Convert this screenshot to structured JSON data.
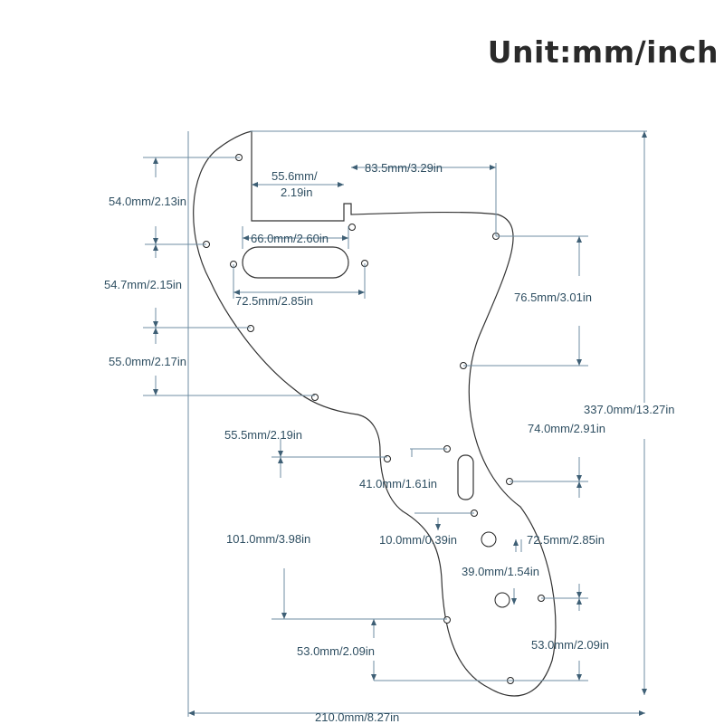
{
  "title": "Unit:mm/inch",
  "dimensions": {
    "d54_0": "54.0mm/2.13in",
    "d54_7": "54.7mm/2.15in",
    "d55_0": "55.0mm/2.17in",
    "d55_5": "55.5mm/2.19in",
    "d101": "101.0mm/3.98in",
    "d55_6_top": "55.6mm/",
    "d55_6_bot": "2.19in",
    "d83_5": "83.5mm/3.29in",
    "d66": "66.0mm/2.60in",
    "d72_5a": "72.5mm/2.85in",
    "d76_5": "76.5mm/3.01in",
    "d337": "337.0mm/13.27in",
    "d74": "74.0mm/2.91in",
    "d41": "41.0mm/1.61in",
    "d10": "10.0mm/0.39in",
    "d72_5b": "72.5mm/2.85in",
    "d39": "39.0mm/1.54in",
    "d53a": "53.0mm/2.09in",
    "d53b": "53.0mm/2.09in",
    "d210": "210.0mm/8.27in"
  }
}
